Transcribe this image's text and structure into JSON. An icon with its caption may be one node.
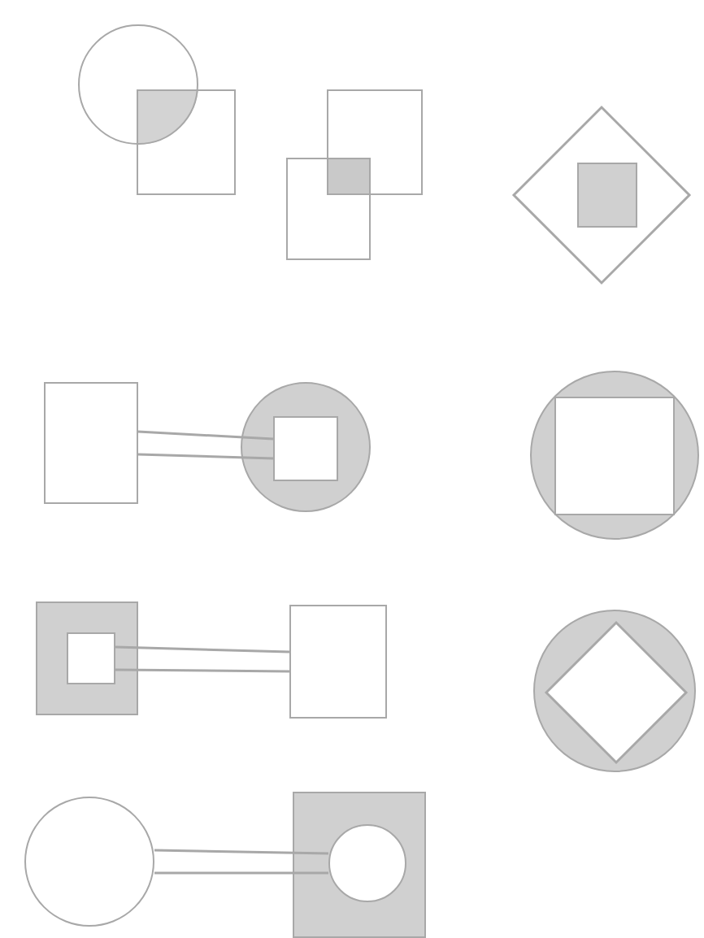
{
  "diagram": {
    "nodes": [
      {
        "text": [],
        "shape": "circle"
      },
      {
        "text": [],
        "shape": "box"
      },
      {
        "text": [],
        "shape": "box"
      },
      {
        "text": [],
        "shape": "box"
      },
      {
        "text": [],
        "shape": "diamond"
      },
      {
        "text": [],
        "shape": "box",
        "in": 4
      },
      {
        "text": [],
        "shape": "box"
      },
      {
        "text": [],
        "shape": "circle"
      },
      {
        "text": [],
        "shape": "box",
        "in": 7
      },
      {
        "text": [],
        "shape": "circle"
      },
      {
        "text": [],
        "shape": "box",
        "in": 9
      },
      {
        "text": [],
        "shape": "box"
      },
      {
        "text": [],
        "shape": "box",
        "in": 11
      },
      {
        "text": [],
        "shape": "box"
      },
      {
        "text": [],
        "shape": "circle"
      },
      {
        "text": [],
        "shape": "diamond",
        "in": 14
      },
      {
        "text": [],
        "shape": "circle"
      },
      {
        "text": [],
        "shape": "box"
      },
      {
        "text": [],
        "shape": "circle",
        "in": 17
      }
    ],
    "edges": [
      {
        "from": 6,
        "to": 8,
        "arrow": "none"
      },
      {
        "from": 12,
        "to": 13,
        "arrow": "none"
      },
      {
        "from": 16,
        "to": 18,
        "arrow": "none"
      }
    ]
  }
}
